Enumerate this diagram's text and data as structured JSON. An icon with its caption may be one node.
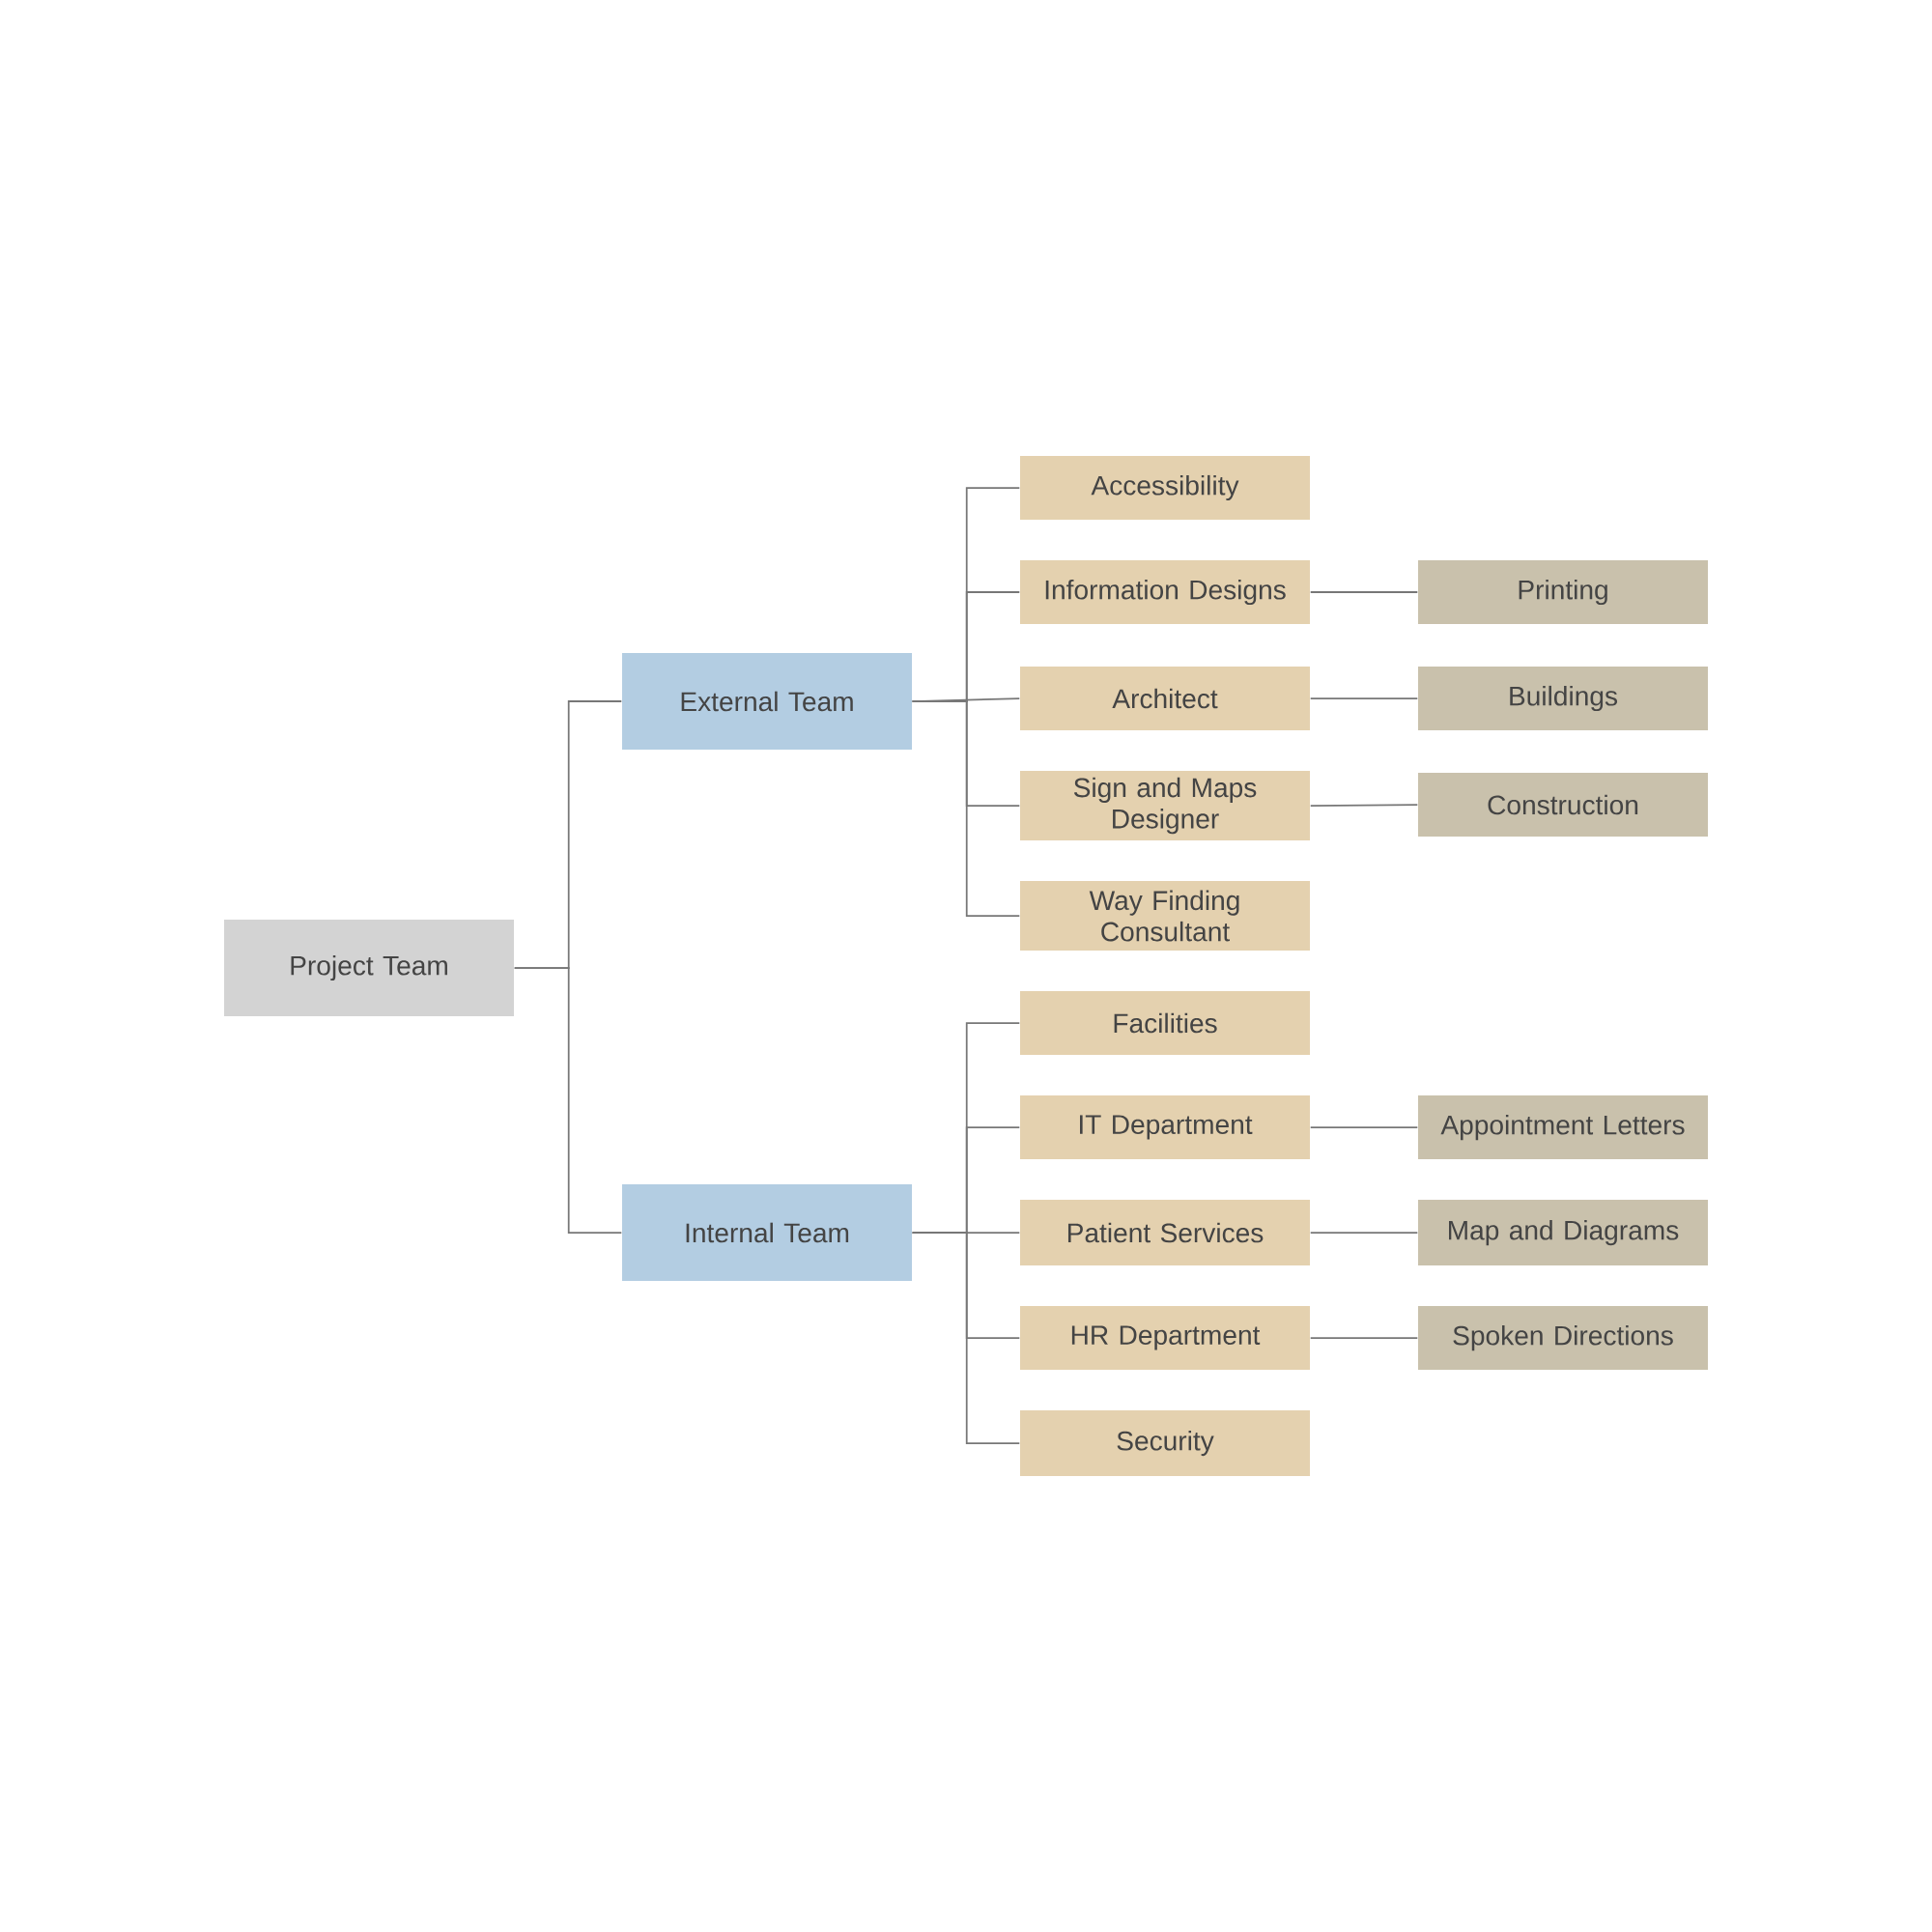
{
  "diagram": {
    "nodes": [
      {
        "text": [
          "Project Team"
        ]
      },
      {
        "text": [
          "External Team"
        ]
      },
      {
        "text": [
          "Internal Team"
        ]
      },
      {
        "text": [
          "Accessibility"
        ]
      },
      {
        "text": [
          "Information Designs"
        ]
      },
      {
        "text": [
          "Architect"
        ]
      },
      {
        "text": [
          "Sign and Maps Designer"
        ]
      },
      {
        "text": [
          "Way Finding Consultant"
        ]
      },
      {
        "text": [
          "Printing"
        ]
      },
      {
        "text": [
          "Buildings"
        ]
      },
      {
        "text": [
          "Construction"
        ]
      },
      {
        "text": [
          "Facilities"
        ]
      },
      {
        "text": [
          "IT Department"
        ]
      },
      {
        "text": [
          "Patient Services"
        ]
      },
      {
        "text": [
          "HR Department"
        ]
      },
      {
        "text": [
          "Security"
        ]
      },
      {
        "text": [
          "Appointment Letters"
        ]
      },
      {
        "text": [
          "Map and Diagrams"
        ]
      },
      {
        "text": [
          "Spoken Directions"
        ]
      }
    ],
    "edges": [
      {
        "from": 0,
        "to": 1,
        "arrow": "none"
      },
      {
        "from": 0,
        "to": 2,
        "arrow": "none"
      },
      {
        "from": 1,
        "to": 3,
        "arrow": "none"
      },
      {
        "from": 1,
        "to": 4,
        "arrow": "none"
      },
      {
        "from": 1,
        "to": 5,
        "arrow": "none"
      },
      {
        "from": 1,
        "to": 6,
        "arrow": "none"
      },
      {
        "from": 1,
        "to": 7,
        "arrow": "none"
      },
      {
        "from": 4,
        "to": 8,
        "arrow": "none"
      },
      {
        "from": 5,
        "to": 9,
        "arrow": "none"
      },
      {
        "from": 6,
        "to": 10,
        "arrow": "none"
      },
      {
        "from": 2,
        "to": 11,
        "arrow": "none"
      },
      {
        "from": 2,
        "to": 12,
        "arrow": "none"
      },
      {
        "from": 2,
        "to": 13,
        "arrow": "none"
      },
      {
        "from": 2,
        "to": 14,
        "arrow": "none"
      },
      {
        "from": 2,
        "to": 15,
        "arrow": "none"
      },
      {
        "from": 12,
        "to": 16,
        "arrow": "none"
      },
      {
        "from": 13,
        "to": 17,
        "arrow": "none"
      },
      {
        "from": 14,
        "to": 18,
        "arrow": "none"
      }
    ]
  }
}
